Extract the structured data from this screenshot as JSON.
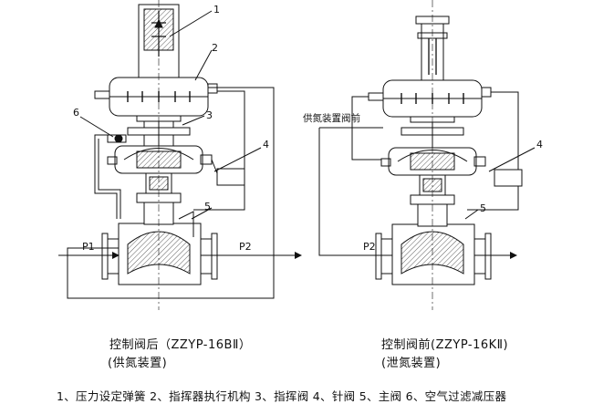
{
  "diagram": {
    "callouts": [
      "1",
      "2",
      "3",
      "4",
      "5",
      "6"
    ],
    "left": {
      "p1": "P1",
      "p2": "P2",
      "caption_line1": "控制阀后（ZZYP-16BⅡ）",
      "caption_line2": "(供氮装置)"
    },
    "right": {
      "supply_label": "供氮装置阀前",
      "p2": "P2",
      "callout_4": "4",
      "callout_5": "5",
      "caption_line1": "控制阀前(ZZYP-16KⅡ)",
      "caption_line2": "(泄氮装置)"
    },
    "legend": "1、压力设定弹簧 2、指挥器执行机构 3、指挥阀 4、针阀 5、主阀 6、空气过滤减压器"
  }
}
